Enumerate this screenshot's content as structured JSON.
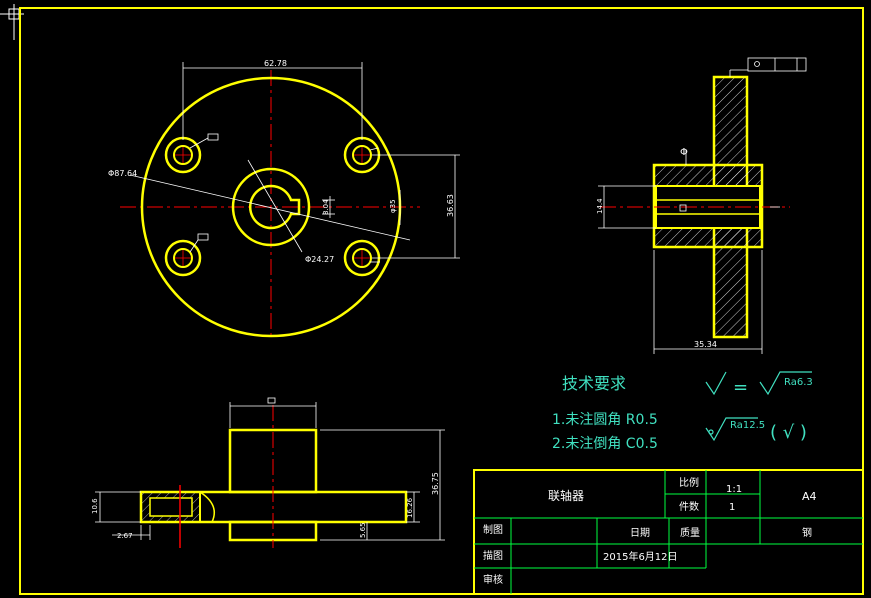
{
  "drawing": {
    "dimensions": {
      "top_width": "62.78",
      "outer_diameter": "Φ87.64",
      "hub_diameter": "Φ24.27",
      "key_dim": "8.04",
      "hole_spacing": "36.63",
      "pitch_dim": "φ35",
      "side_height": "14.4",
      "side_width": "35.34",
      "front_total_height": "36.75",
      "flange_thk_left": "10.6",
      "left_small": "2.67",
      "bottom_height": "5.65",
      "right_flange": "16.26"
    },
    "symbols": {
      "phi_mark": "Φ",
      "roughness_a": "Ra6.3",
      "roughness_b": "Ra12.5",
      "eq": "=",
      "paren": "( √ )"
    }
  },
  "notes": {
    "title": "技术要求",
    "line1": "1.未注圆角 R0.5",
    "line2": "2.未注倒角 C0.5"
  },
  "title_block": {
    "part_name": "联轴器",
    "scale_label": "比例",
    "scale_value": "1:1",
    "count_label": "件数",
    "count_value": "1",
    "sheet_size": "A4",
    "drawn_label": "制图",
    "date_label": "日期",
    "weight_label": "质量",
    "material": "钢",
    "design_label": "描图",
    "date_value": "2015年6月12日",
    "check_label": "审核"
  },
  "colors": {
    "background": "#000000",
    "outline": "#ffff00",
    "dimension": "#ffffff",
    "center_line": "#ff0000",
    "notes_text": "#40e0c0",
    "title_block": "#00ff40"
  }
}
